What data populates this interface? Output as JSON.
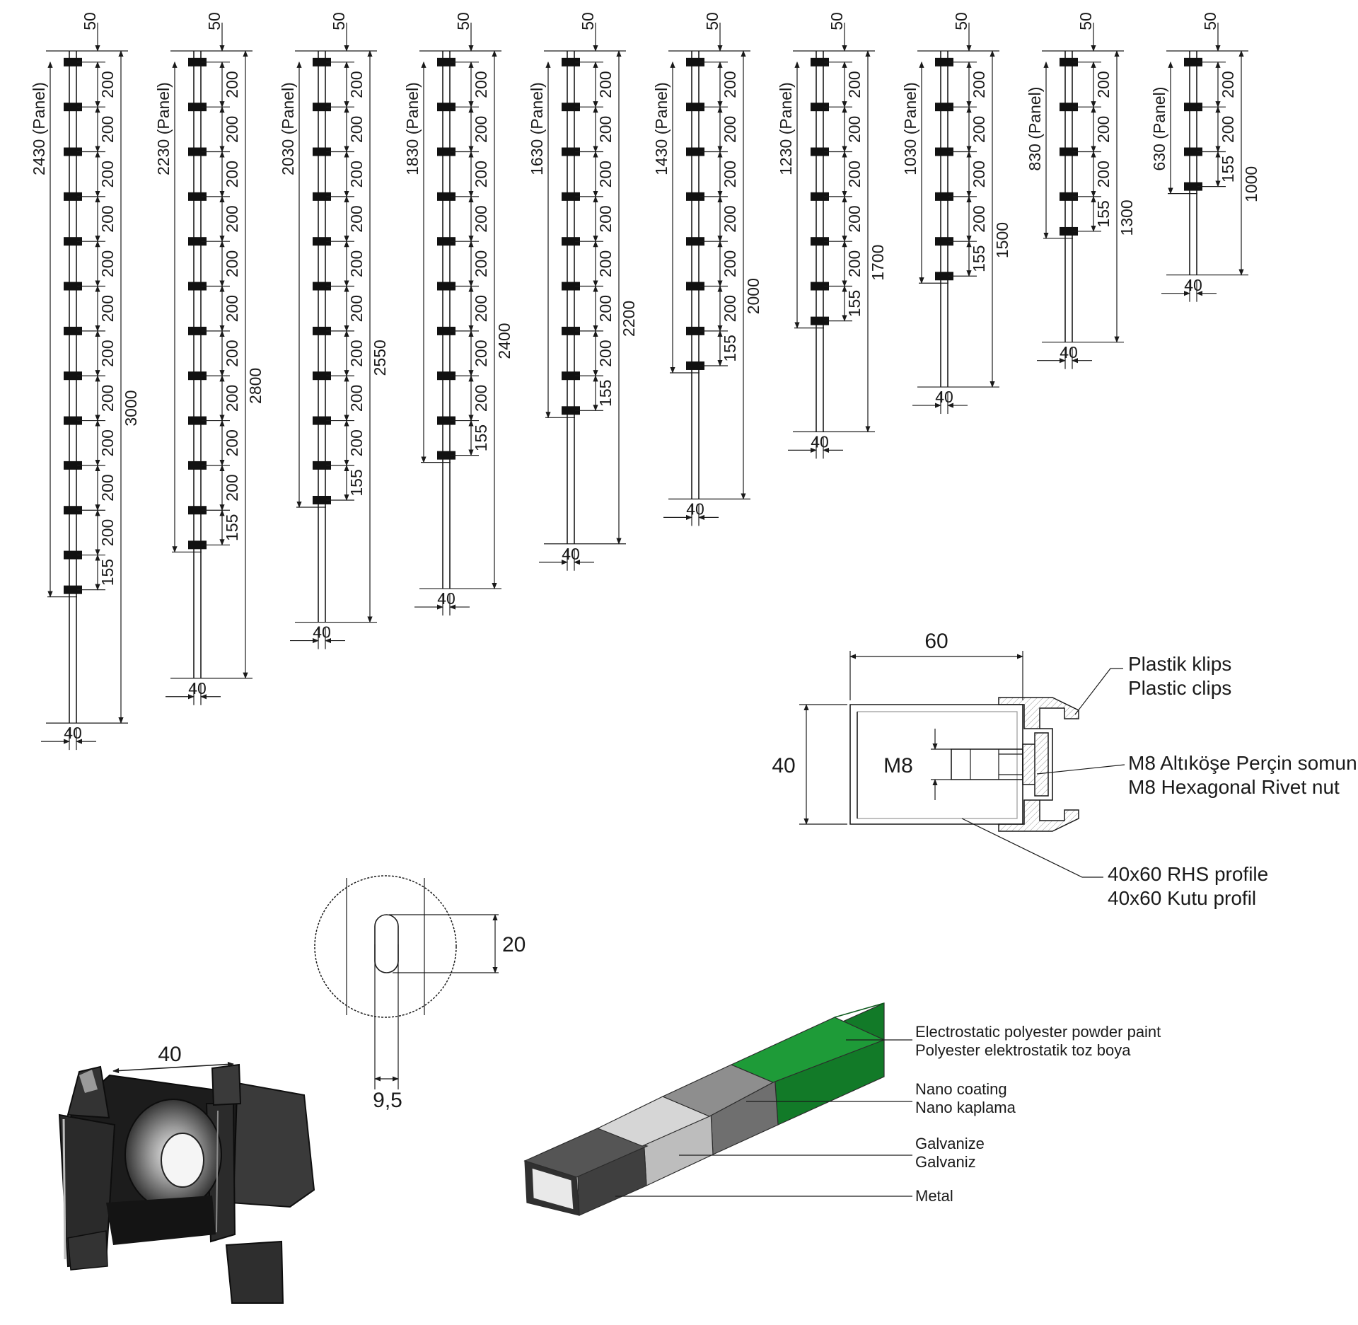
{
  "posts": [
    {
      "height": "3000",
      "panel": "2430 (Panel)",
      "top_offset": "50",
      "spacings": [
        "200",
        "200",
        "200",
        "200",
        "200",
        "200",
        "200",
        "200",
        "200",
        "200",
        "200",
        "155"
      ],
      "width": "40"
    },
    {
      "height": "2800",
      "panel": "2230 (Panel)",
      "top_offset": "50",
      "spacings": [
        "200",
        "200",
        "200",
        "200",
        "200",
        "200",
        "200",
        "200",
        "200",
        "200",
        "155"
      ],
      "width": "40"
    },
    {
      "height": "2550",
      "panel": "2030 (Panel)",
      "top_offset": "50",
      "spacings": [
        "200",
        "200",
        "200",
        "200",
        "200",
        "200",
        "200",
        "200",
        "200",
        "155"
      ],
      "width": "40"
    },
    {
      "height": "2400",
      "panel": "1830 (Panel)",
      "top_offset": "50",
      "spacings": [
        "200",
        "200",
        "200",
        "200",
        "200",
        "200",
        "200",
        "200",
        "155"
      ],
      "width": "40"
    },
    {
      "height": "2200",
      "panel": "1630 (Panel)",
      "top_offset": "50",
      "spacings": [
        "200",
        "200",
        "200",
        "200",
        "200",
        "200",
        "200",
        "155"
      ],
      "width": "40"
    },
    {
      "height": "2000",
      "panel": "1430 (Panel)",
      "top_offset": "50",
      "spacings": [
        "200",
        "200",
        "200",
        "200",
        "200",
        "200",
        "155"
      ],
      "width": "40"
    },
    {
      "height": "1700",
      "panel": "1230 (Panel)",
      "top_offset": "50",
      "spacings": [
        "200",
        "200",
        "200",
        "200",
        "200",
        "155"
      ],
      "width": "40"
    },
    {
      "height": "1500",
      "panel": "1030 (Panel)",
      "top_offset": "50",
      "spacings": [
        "200",
        "200",
        "200",
        "200",
        "155"
      ],
      "width": "40"
    },
    {
      "height": "1300",
      "panel": "830 (Panel)",
      "top_offset": "50",
      "spacings": [
        "200",
        "200",
        "200",
        "155"
      ],
      "width": "40"
    },
    {
      "height": "1000",
      "panel": "630 (Panel)",
      "top_offset": "50",
      "spacings": [
        "200",
        "200",
        "155"
      ],
      "width": "40"
    }
  ],
  "section": {
    "width": "60",
    "height": "40",
    "bolt": "M8",
    "clip_tr": "Plastik klips",
    "clip_en": "Plastic clips",
    "rivet_tr": "M8 Altıköşe Perçin somun",
    "rivet_en": "M8 Hexagonal Rivet nut",
    "profile_en": "40x60 RHS profile",
    "profile_tr": "40x60 Kutu profil"
  },
  "slot": {
    "height": "20",
    "width": "9,5"
  },
  "clip_photo": {
    "width": "40"
  },
  "layers": {
    "paint_en": "Electrostatic polyester powder paint",
    "paint_tr": "Polyester elektrostatik toz boya",
    "nano_en": "Nano coating",
    "nano_tr": "Nano kaplama",
    "galv_en": "Galvanize",
    "galv_tr": "Galvaniz",
    "metal": "Metal",
    "colors": {
      "paint": "#1e9b38",
      "paint_side": "#127a28",
      "nano": "#8e8e8e",
      "galv": "#d6d6d6",
      "metal": "#555555"
    }
  }
}
